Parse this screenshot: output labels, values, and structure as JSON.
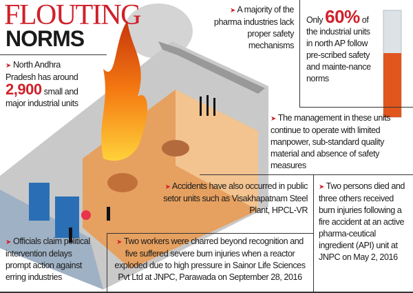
{
  "title": {
    "line1": "FLOUTING",
    "line2": "NORMS"
  },
  "arrow": "➤",
  "colors": {
    "accent": "#d0202a",
    "thermo_fill": "#e0561e"
  },
  "blocks": {
    "majority": "A majority of the pharma industries lack proper safety mechanisms",
    "north_pre": "North Andhra Pradesh has around",
    "north_num": "2,900",
    "north_post": "small and major industrial units",
    "only_pre": "Only",
    "only_num": "60%",
    "only_post": "of the industrial units in north AP follow pre-scribed safety and mainte-nance norms",
    "management": "The management in these units continue to operate with limited manpower, sub-standard quality material and absence of safety measures",
    "accidents": "Accidents have also occurred in public setor units such as Visakhapatnam Steel Plant, HPCL-VR",
    "officials": "Officials claim political intervention delays prompt action against erring industries",
    "workers": "Two workers were charred beyond recognition and five suffered severe burn injuries when a reactor exploded due to high pressure in Sainor Life Sciences Pvt Ltd at JNPC, Parawada on September 28, 2016",
    "persons": "Two persons died and three others received burn injuries following a fire accident at an active pharma-ceutical ingredient (API) unit at JNPC on May 2, 2016"
  },
  "thermometer": {
    "percent": 60
  }
}
